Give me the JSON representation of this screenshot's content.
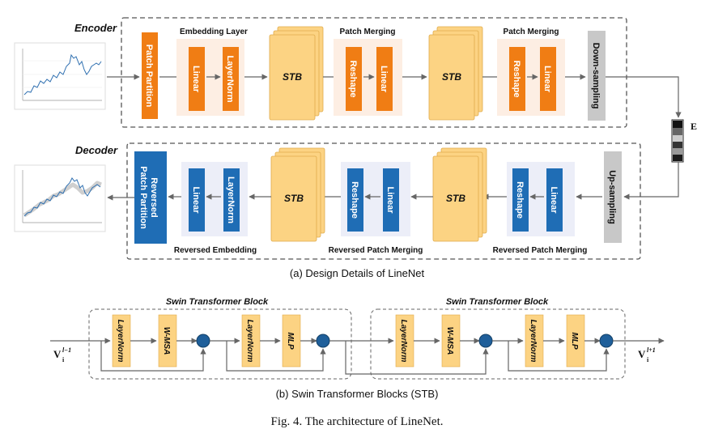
{
  "encoder": {
    "title": "Encoder",
    "patch_partition": "Patch Partition",
    "embedding_group": "Embedding Layer",
    "linear": "Linear",
    "layernorm": "LayerNorm",
    "stb": "STB",
    "patch_merging": "Patch Merging",
    "reshape": "Reshape",
    "downsampling": "Down-sampling"
  },
  "latent_label": "E",
  "decoder": {
    "title": "Decoder",
    "reversed_patch_partition_line1": "Reversed",
    "reversed_patch_partition_line2": "Patch Partition",
    "linear": "Linear",
    "layernorm": "LayerNorm",
    "reversed_embedding": "Reversed Embedding",
    "stb": "STB",
    "reshape": "Reshape",
    "reversed_patch_merging": "Reversed Patch Merging",
    "upsampling": "Up-sampling"
  },
  "caption_a": "(a) Design Details of LineNet",
  "swin": {
    "block_title": "Swin Transformer Block",
    "layernorm": "LayerNorm",
    "wmsa": "W-MSA",
    "mlp": "MLP",
    "input_var": "V",
    "input_sub": "i",
    "input_sup": "l−1",
    "output_var": "V",
    "output_sub": "i",
    "output_sup": "l+1"
  },
  "caption_b": "(b) Swin Transformer Blocks (STB)",
  "figure_caption": "Fig. 4.  The architecture of LineNet.",
  "colors": {
    "orange": "#f07d14",
    "blue": "#1f6db5",
    "yellow": "#fcd383",
    "gray": "#c8c8c8",
    "peach_bg": "#fdeee3",
    "lilac_bg": "#eceef8",
    "arrow": "#666666",
    "dot": "#1f5f9a"
  }
}
